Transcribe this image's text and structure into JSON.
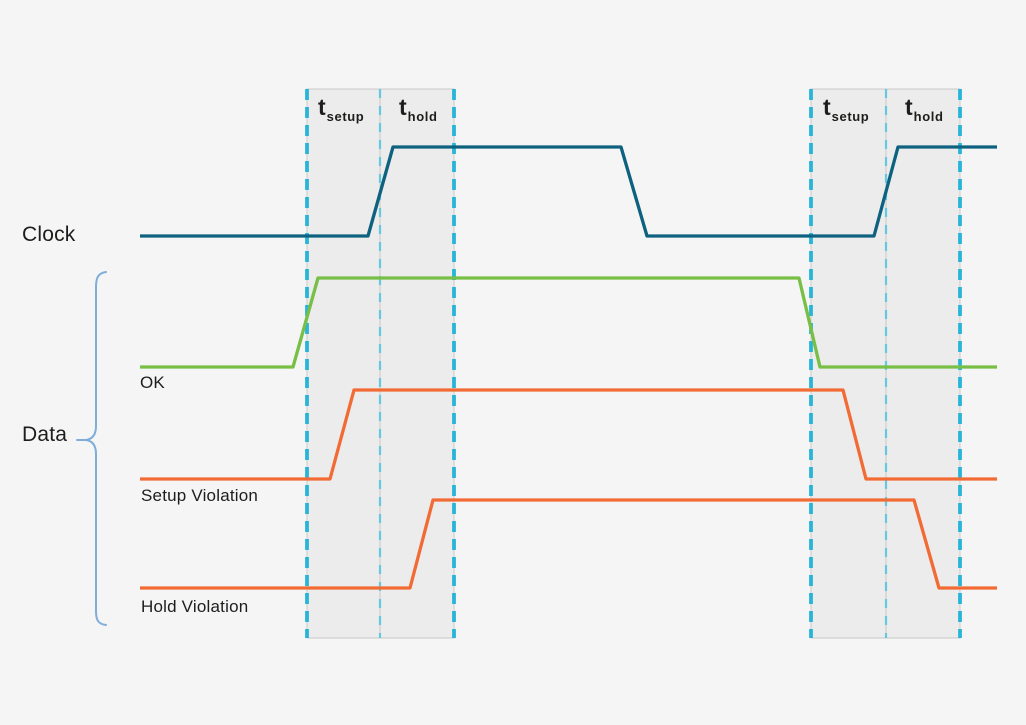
{
  "colors": {
    "background": "#f5f5f5",
    "region_fill": "#ececec",
    "region_border": "#c9c9c9",
    "dashed_primary": "#29b5d7",
    "dashed_secondary": "#62c9e0",
    "clock": "#0e617f",
    "ok": "#77bf45",
    "violation": "#f26b35",
    "brace": "#7fadd9",
    "text": "#1d1d1b"
  },
  "labels": {
    "clock": "Clock",
    "data": "Data",
    "ok": "OK",
    "setup_violation": "Setup Violation",
    "hold_violation": "Hold Violation",
    "t": "t",
    "setup_sub": "setup",
    "hold_sub": "hold"
  },
  "chart_data": {
    "type": "timing-diagram",
    "title": "Clock setup and hold timing windows with OK, setup-violation and hold-violation data transitions",
    "x_range": [
      140,
      997
    ],
    "signals": [
      {
        "name": "Clock",
        "color": "clock",
        "low_y": 236,
        "high_y": 147,
        "points": [
          [
            140,
            236
          ],
          [
            368,
            236
          ],
          [
            393,
            147
          ],
          [
            621,
            147
          ],
          [
            647,
            236
          ],
          [
            874,
            236
          ],
          [
            898,
            147
          ],
          [
            997,
            147
          ]
        ]
      },
      {
        "name": "OK",
        "group": "Data",
        "color": "ok",
        "low_y": 367,
        "high_y": 278,
        "points": [
          [
            140,
            367
          ],
          [
            293,
            367
          ],
          [
            318,
            278
          ],
          [
            799,
            278
          ],
          [
            820,
            367
          ],
          [
            997,
            367
          ]
        ]
      },
      {
        "name": "Setup Violation",
        "group": "Data",
        "color": "violation",
        "low_y": 479,
        "high_y": 390,
        "points": [
          [
            140,
            479
          ],
          [
            330,
            479
          ],
          [
            354,
            390
          ],
          [
            843,
            390
          ],
          [
            866,
            479
          ],
          [
            997,
            479
          ]
        ]
      },
      {
        "name": "Hold Violation",
        "group": "Data",
        "color": "violation",
        "low_y": 588,
        "high_y": 500,
        "points": [
          [
            140,
            588
          ],
          [
            410,
            588
          ],
          [
            433,
            500
          ],
          [
            914,
            500
          ],
          [
            939,
            588
          ],
          [
            997,
            588
          ]
        ]
      }
    ],
    "regions": [
      {
        "setup_label": "t_setup",
        "hold_label": "t_hold",
        "x1": 307,
        "xm": 380,
        "x2": 454,
        "y1": 89,
        "y2": 638
      },
      {
        "setup_label": "t_setup",
        "hold_label": "t_hold",
        "x1": 811,
        "xm": 886,
        "x2": 960,
        "y1": 89,
        "y2": 638
      }
    ]
  }
}
